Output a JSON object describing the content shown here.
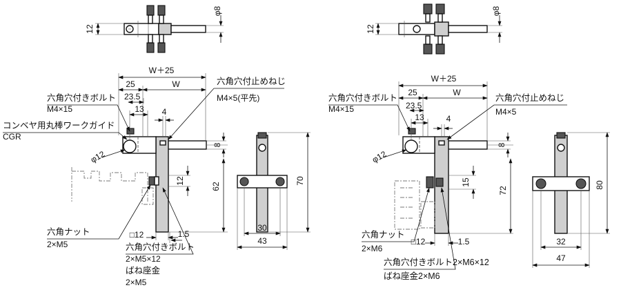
{
  "left": {
    "top_view": {
      "dim_left": "12",
      "dim_right": "φ8"
    },
    "front": {
      "overall": "W＋25",
      "d25": "25",
      "dW": "W",
      "d23_5": "23.5",
      "d13": "13",
      "d4": "4",
      "d8": "8",
      "d12v": "12",
      "d62": "62",
      "phi12": "φ12",
      "sq12": "□12",
      "d1_5": "1.5",
      "callout_bolt_title": "六角穴付きボルト",
      "callout_bolt_spec": "M4×15",
      "callout_guide_title": "コンベヤ用丸棒ワークガイド",
      "callout_guide_code": "CGR",
      "callout_setscrew_title": "六角穴付止めねじ",
      "callout_setscrew_spec": "M4×5(平先)",
      "callout_nut_title": "六角ナット",
      "callout_nut_spec": "2×M5",
      "callout_bottom_title": "六角穴付きボルト",
      "callout_bottom_spec": "2×M5×12",
      "callout_washer_title": "ばね座金",
      "callout_washer_spec": "2×M5"
    },
    "side": {
      "d30": "30",
      "d43": "43",
      "d70": "70"
    }
  },
  "right": {
    "top_view": {
      "dim_left": "12",
      "dim_right": "φ8"
    },
    "front": {
      "overall": "W＋25",
      "d25": "25",
      "dW": "W",
      "d23_5": "23.5",
      "d13": "13",
      "d4": "4",
      "d8": "8",
      "d15": "15",
      "d72": "72",
      "phi12": "φ12",
      "sq12": "□12",
      "d1_5": "1.5",
      "callout_bolt_title": "六角穴付きボルト",
      "callout_bolt_spec": "M4×15",
      "callout_setscrew_title": "六角穴付止めねじ",
      "callout_setscrew_spec": "M4×5",
      "callout_nut_title": "六角ナット",
      "callout_nut_spec": "2×M6",
      "callout_bottom_line": "六角穴付きボルト2×M6×12",
      "callout_washer_line": "ばね座金2×M6"
    },
    "side": {
      "d32": "32",
      "d47": "47",
      "d80": "80"
    }
  }
}
